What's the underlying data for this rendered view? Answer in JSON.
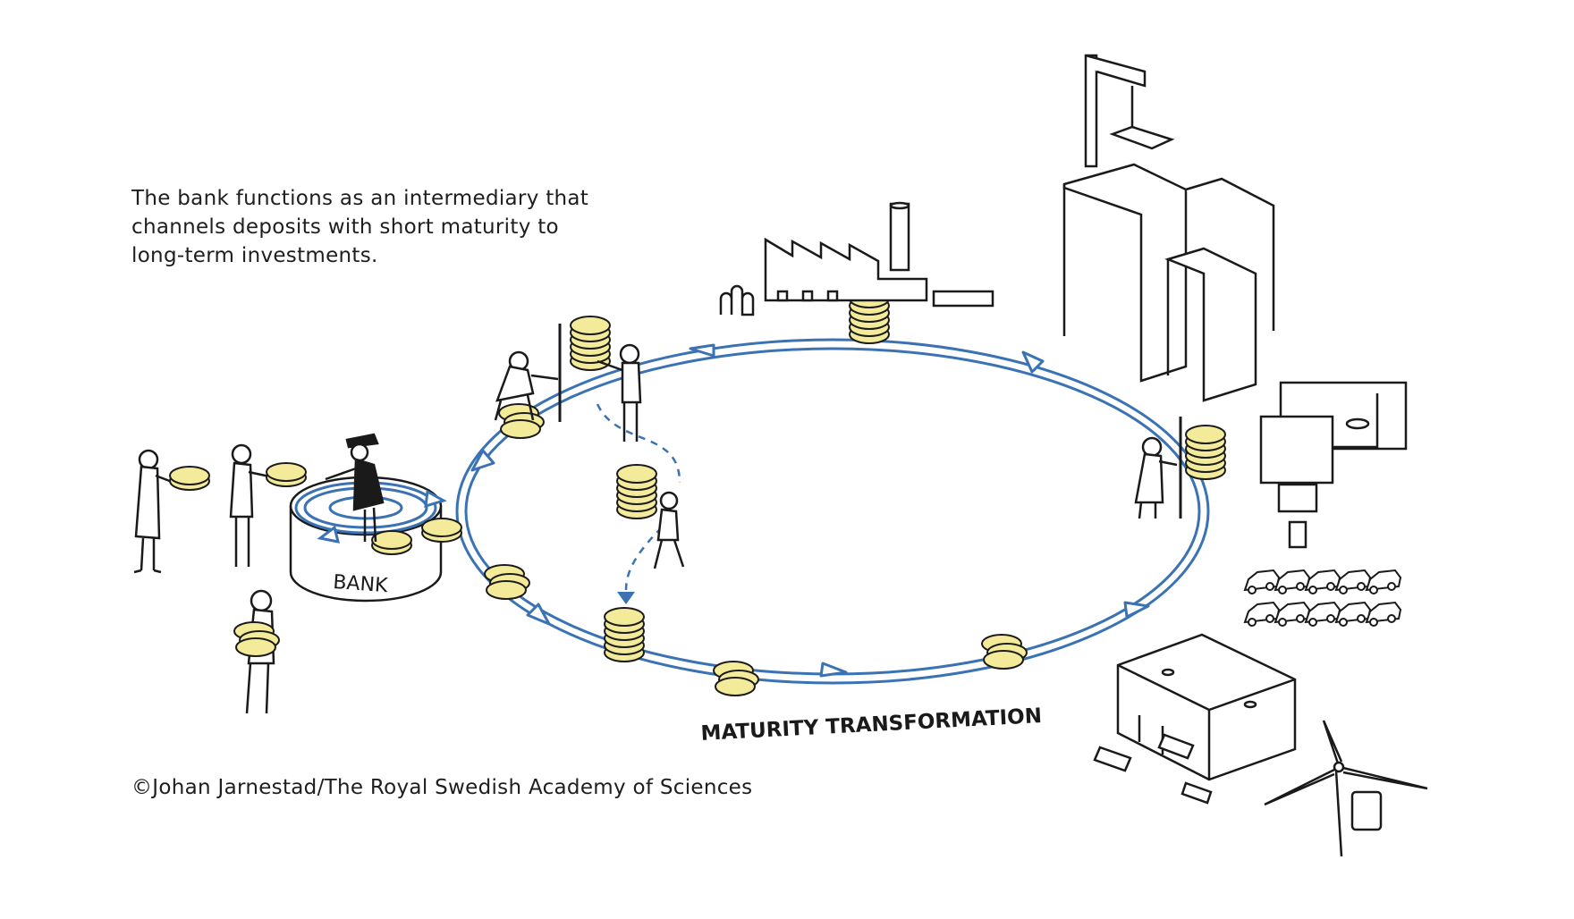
{
  "caption": {
    "line1": "The bank functions as an intermediary that",
    "line2": "channels deposits with short maturity to",
    "line3": "long-term investments."
  },
  "labels": {
    "bank": "BANK",
    "maturity": "MATURITY TRANSFORMATION"
  },
  "credit": "©Johan Jarnestad/The Royal Swedish Academy of Sciences",
  "colors": {
    "flow_blue": "#3a72b4",
    "coin_yellow": "#f3eb9a",
    "ink": "#1a1a1a"
  },
  "icons": [
    "depositor-person-icon",
    "banker-icon",
    "coin-stack-icon",
    "factory-icon",
    "office-building-icon",
    "crane-icon",
    "housing-icon",
    "car-fleet-icon",
    "warehouse-icon",
    "wind-turbine-icon",
    "flow-arrow-icon"
  ]
}
